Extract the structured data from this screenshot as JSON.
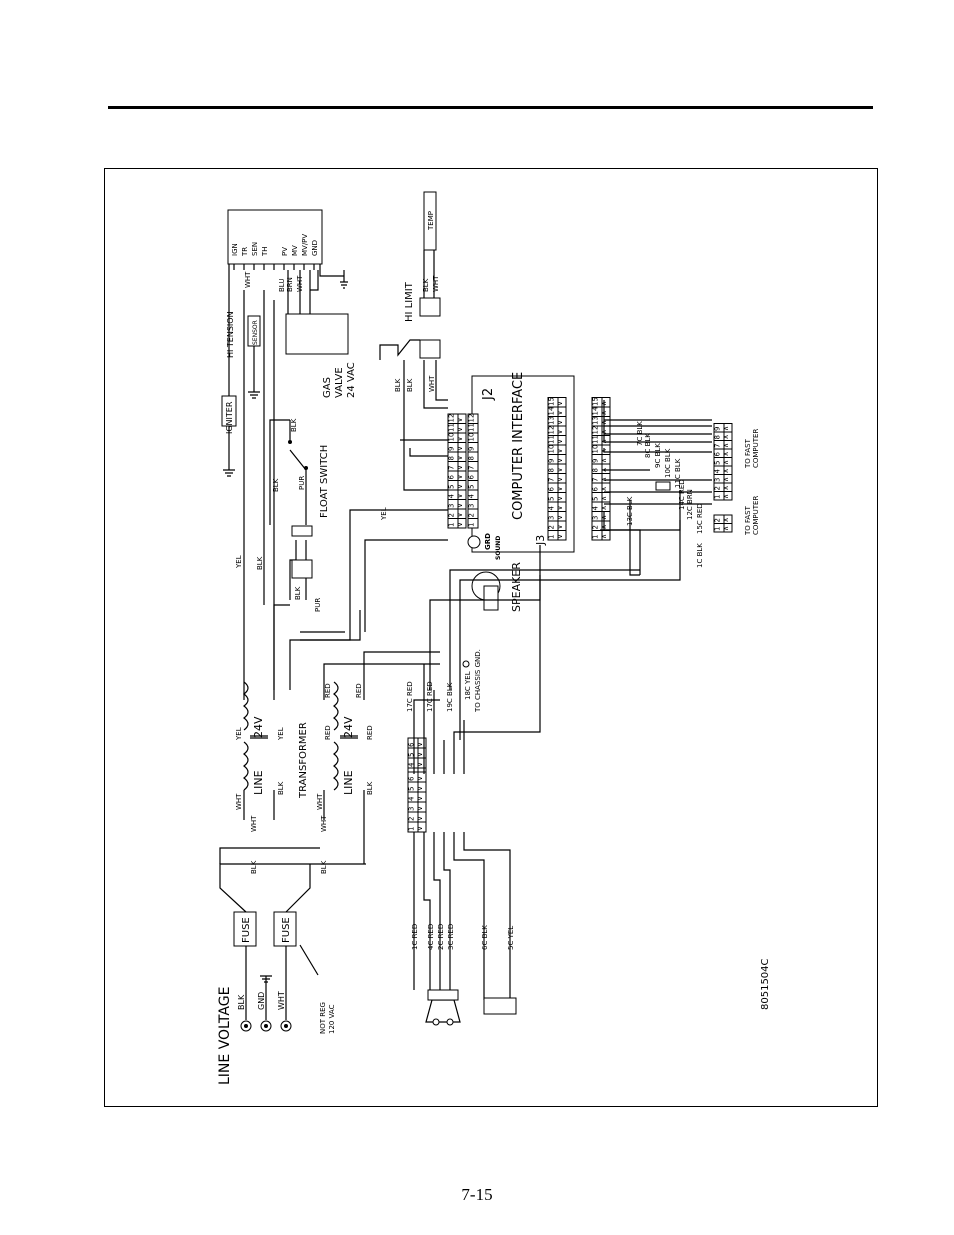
{
  "page_number": "7-15",
  "drawing_number": "8051504C",
  "labels": {
    "line_voltage": "LINE VOLTAGE",
    "transformer": "TRANSFORMER",
    "igniter": "IGNITER",
    "hi_tension": "HI TENSION",
    "sensor": "SENSOR",
    "gas_valve_1": "GAS",
    "gas_valve_2": "VALVE",
    "gas_valve_3": "24 VAC",
    "float_switch": "FLOAT SWITCH",
    "hi_limit": "HI LIMIT",
    "temp": "TEMP",
    "speaker": "SPEAKER",
    "computer_interface": "COMPUTER INTERFACE",
    "j2": "J2",
    "j3": "J3",
    "grd": "GRD",
    "sound": "SOUND",
    "not_reg": "NOT REG",
    "vac120": "120 VAC",
    "fuse": "FUSE",
    "line": "LINE",
    "v24": "24V",
    "to_fast_computer": "TO FAST",
    "computer": "COMPUTER",
    "chassis_1": "18C YEL",
    "chassis_2": "TO CHASSIS GND."
  },
  "ignition_module_terminals": [
    "IGN",
    "TR",
    "SEN",
    "TH",
    "",
    "PV",
    "MV",
    "MV/PV",
    "GND"
  ],
  "wire_labels": {
    "blk": "BLK",
    "wht": "WHT",
    "yel": "YEL",
    "red": "RED",
    "gnd": "GND",
    "blu": "BLU",
    "brn": "BRN",
    "pur": "PUR"
  },
  "harness_wires": [
    "1C RED",
    "4C RED",
    "2C RED",
    "3C RED",
    "6C BLK",
    "5C YEL"
  ],
  "harness_wires_right": [
    "17C RED",
    "17C RED",
    "19C BLK"
  ],
  "j3_wires": [
    "7C BLK",
    "8C BLK",
    "9C BLK",
    "10C BLK",
    "11C BLK",
    "13C BLK",
    "14C RED",
    "12C BRN",
    "15C RED",
    "1C BLK"
  ],
  "plug_pins": [
    "1",
    "2",
    "3",
    "4",
    "5",
    "6"
  ],
  "j2_pins": [
    "1",
    "2",
    "3",
    "4",
    "5",
    "6",
    "7",
    "8",
    "9",
    "10",
    "11",
    "12"
  ],
  "j3_pins": [
    "1",
    "2",
    "3",
    "4",
    "5",
    "6",
    "7",
    "8",
    "9",
    "10",
    "11",
    "12",
    "13",
    "14",
    "15"
  ],
  "fast_pins_a": [
    "1",
    "2",
    "3",
    "4",
    "5",
    "6",
    "7",
    "8",
    "9"
  ],
  "fast_pins_b": [
    "1",
    "2"
  ]
}
